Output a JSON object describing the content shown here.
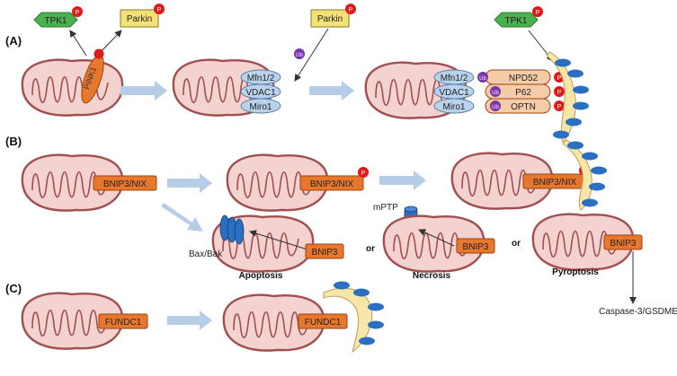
{
  "sections": {
    "a": "(A)",
    "b": "(B)",
    "c": "(C)"
  },
  "labels": {
    "tpk1": "TPK1",
    "parkin": "Parkin",
    "pink1": "PINK1",
    "p": "P",
    "ub": "Ub",
    "mfn12": "Mfn1/2",
    "vdac1": "VDAC1",
    "miro1": "Miro1",
    "npd52": "NPD52",
    "p62": "P62",
    "optn": "OPTN",
    "bnip3nix": "BNIP3/NIX",
    "bnip3": "BNIP3",
    "baxbak": "Bax/Bak",
    "mptp": "mPTP",
    "apoptosis": "Apoptosis",
    "necrosis": "Necrosis",
    "pyroptosis": "Pyroptosis",
    "or": "or",
    "caspase": "Caspase-3/GSDME",
    "fundc1": "FUNDC1"
  },
  "colors": {
    "mito_fill": "#f3d2cf",
    "mito_stroke": "#a05050",
    "receptor": "#e8772e",
    "receptor_stroke": "#9a4310",
    "phospho": "#e01a1a",
    "ub": "#7a35a8",
    "adapter": "#b9d3ec",
    "ubadapter": "#f6cba7",
    "tpk1": "#4caf50",
    "parkin": "#f5e276",
    "membrane": "#f7e6a7",
    "lc3": "#2a6fc2",
    "arrow": "#b6cde8"
  }
}
